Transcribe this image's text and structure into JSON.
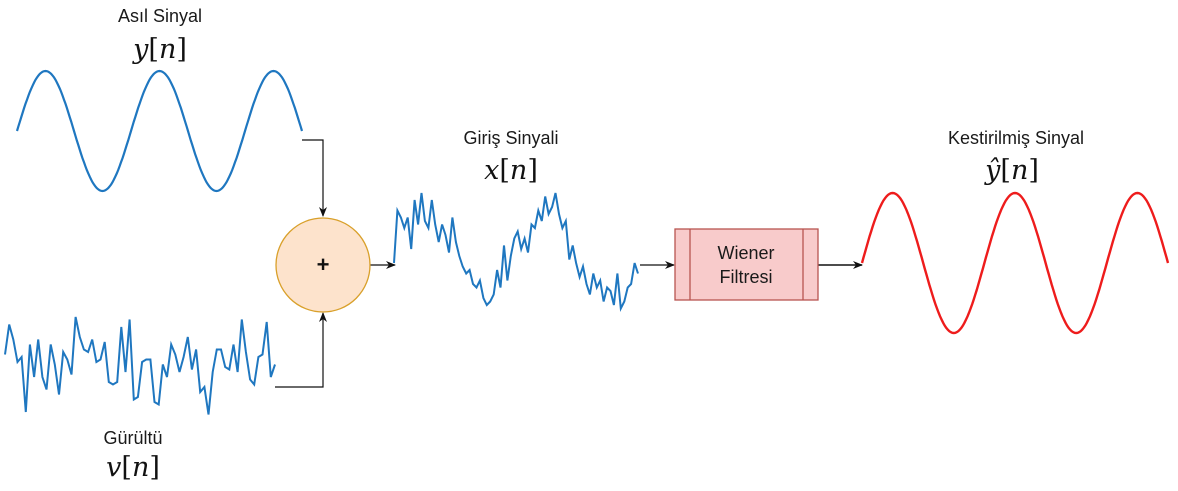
{
  "diagram": {
    "title": "Wiener filter block diagram",
    "colors": {
      "signal_blue": "#1f77c0",
      "estimate_red": "#ee1c1c",
      "adder_fill": "#fde3cc",
      "adder_stroke": "#d9a02a",
      "filter_fill": "#f8cbcb",
      "filter_stroke": "#b85450",
      "arrow": "#111111"
    },
    "original_signal": {
      "label": "Asıl Sinyal",
      "symbol_var": "y",
      "symbol_idx": "n"
    },
    "noise": {
      "label": "Gürültü",
      "symbol_var": "v",
      "symbol_idx": "n"
    },
    "adder": {
      "symbol": "+"
    },
    "input_signal": {
      "label": "Giriş Sinyali",
      "symbol_var": "x",
      "symbol_idx": "n"
    },
    "filter": {
      "line1": "Wiener",
      "line2": "Filtresi"
    },
    "estimated_signal": {
      "label": "Kestirilmiş Sinyal",
      "symbol_var": "ŷ",
      "symbol_idx": "n"
    },
    "waveforms": {
      "original": {
        "cycles": 2.5,
        "start_phase_deg": 0
      },
      "estimated": {
        "cycles": 2.5,
        "start_phase_deg": 0
      },
      "noise_samples": [
        0.25,
        0.85,
        0.55,
        0.1,
        0.2,
        -0.9,
        0.45,
        -0.2,
        0.55,
        -0.2,
        -0.45,
        0.45,
        0.05,
        -0.55,
        0.3,
        0.15,
        -0.15,
        1.0,
        0.6,
        0.35,
        0.3,
        0.55,
        0.1,
        0.15,
        0.5,
        -0.3,
        -0.35,
        -0.3,
        0.8,
        -0.1,
        0.95,
        -0.65,
        -0.6,
        0.1,
        0.15,
        0.15,
        -0.7,
        -0.75,
        0.05,
        -0.2,
        0.45,
        0.25,
        -0.1,
        0.2,
        0.6,
        -0.05,
        0.35,
        -0.5,
        -0.4,
        -0.95,
        -0.1,
        0.35,
        0.35,
        0.0,
        -0.05,
        0.45,
        -0.1,
        0.95,
        0.3,
        -0.25,
        -0.35,
        0.2,
        0.25,
        0.9,
        -0.2,
        0.05
      ],
      "input_samples": [
        0.0,
        0.75,
        0.65,
        0.5,
        0.65,
        0.2,
        0.9,
        0.55,
        1.0,
        0.6,
        0.5,
        0.9,
        0.55,
        0.3,
        0.55,
        0.4,
        0.15,
        0.65,
        0.3,
        0.1,
        -0.05,
        -0.15,
        -0.1,
        -0.3,
        -0.35,
        -0.25,
        -0.5,
        -0.6,
        -0.55,
        -0.45,
        -0.1,
        -0.35,
        0.25,
        -0.25,
        0.1,
        0.35,
        0.45,
        0.2,
        0.35,
        0.15,
        0.55,
        0.5,
        0.75,
        0.6,
        0.95,
        0.7,
        0.8,
        1.0,
        0.7,
        0.5,
        0.6,
        0.05,
        0.25,
        0.0,
        -0.2,
        -0.05,
        -0.3,
        -0.45,
        -0.15,
        -0.35,
        -0.25,
        -0.55,
        -0.35,
        -0.4,
        -0.6,
        -0.15,
        -0.65,
        -0.55,
        -0.35,
        -0.3,
        0.0,
        -0.15
      ]
    }
  }
}
